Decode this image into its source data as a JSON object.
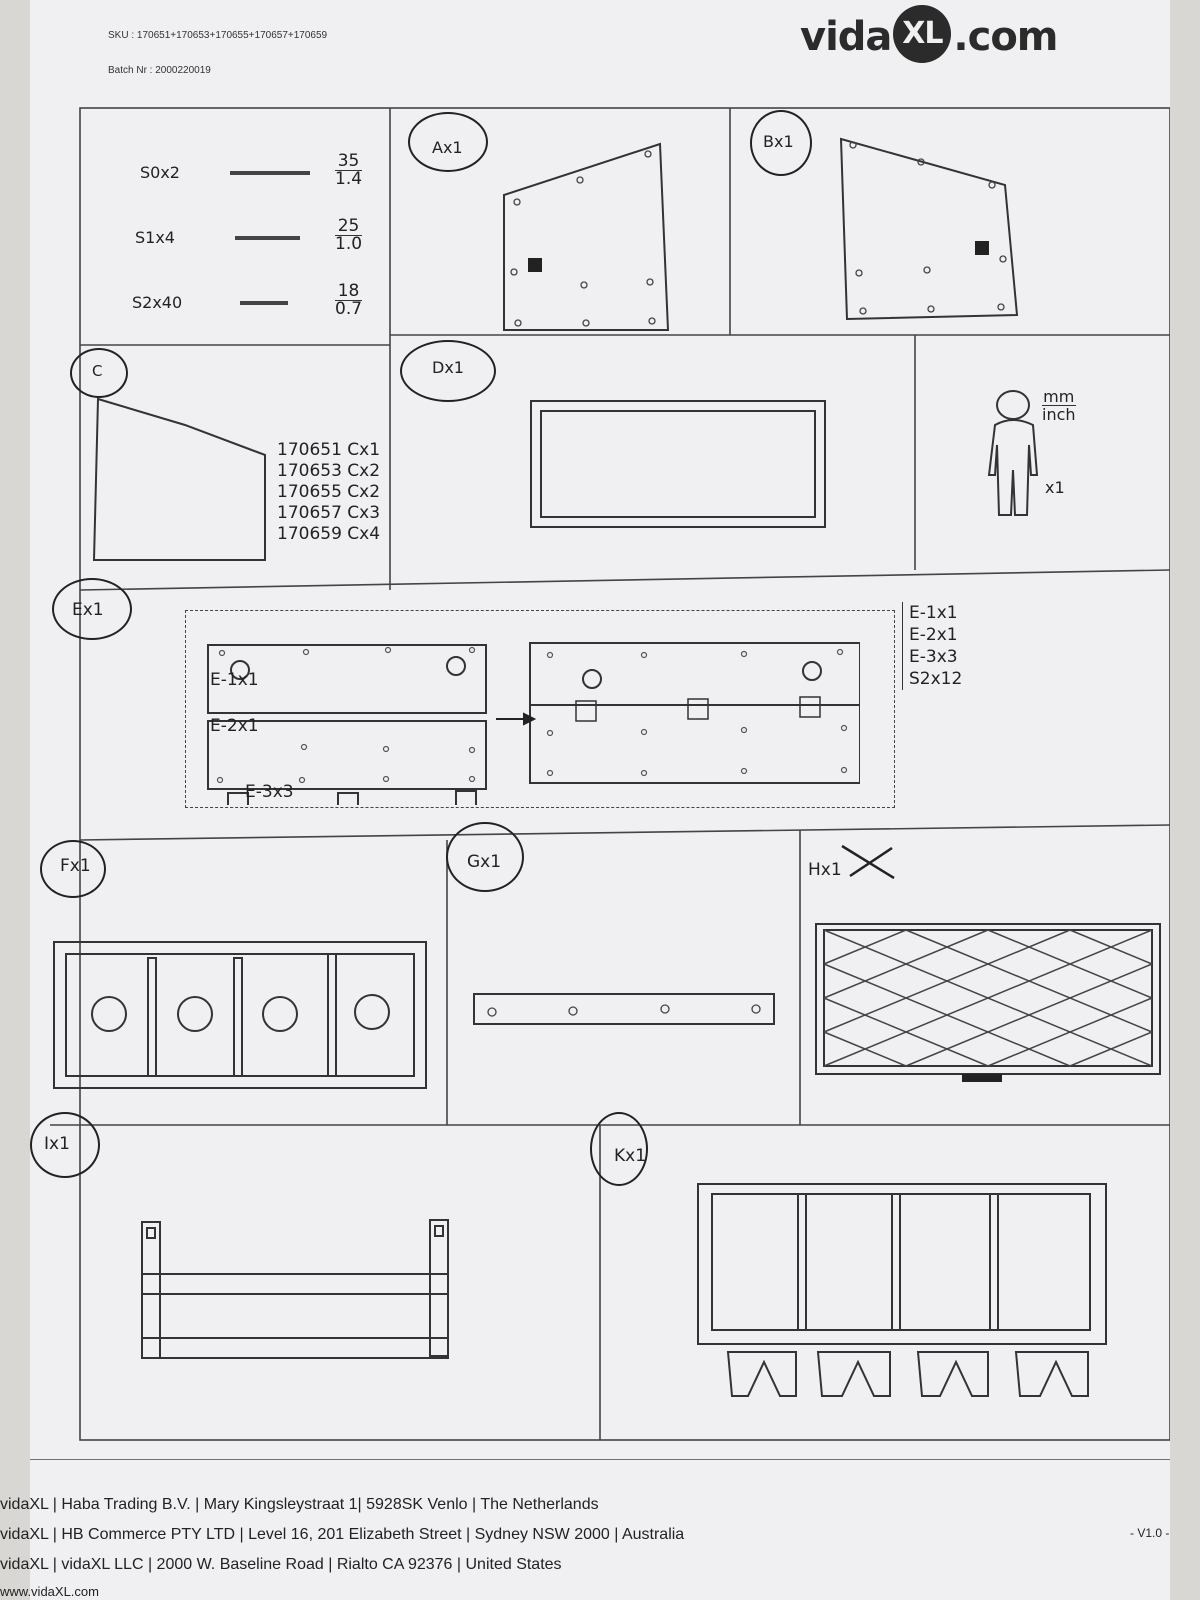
{
  "header": {
    "sku": "SKU : 170651+170653+170655+170657+170659",
    "batch": "Batch Nr : 2000220019",
    "logo_left": "vida",
    "logo_mid": "XL",
    "logo_right": ".com"
  },
  "screws": [
    {
      "label": "S0x2",
      "num": "35",
      "den": "1.4"
    },
    {
      "label": "S1x4",
      "num": "25",
      "den": "1.0"
    },
    {
      "label": "S2x40",
      "num": "18",
      "den": "0.7"
    }
  ],
  "parts": {
    "a": "Ax1",
    "b": "Bx1",
    "c": "C",
    "c_list": [
      "170651 Cx1",
      "170653 Cx2",
      "170655 Cx2",
      "170657 Cx3",
      "170659 Cx4"
    ],
    "d": "Dx1",
    "person_units_top": "mm",
    "person_units_bottom": "inch",
    "person_qty": "x1",
    "e": "Ex1",
    "e1": "E-1x1",
    "e2": "E-2x1",
    "e3": "E-3x3",
    "e_list": [
      "E-1x1",
      "E-2x1",
      "E-3x3",
      "S2x12"
    ],
    "f": "Fx1",
    "g": "Gx1",
    "h": "Hx1",
    "i": "Ix1",
    "k": "Kx1"
  },
  "footer": {
    "line1": "vidaXL | Haba Trading B.V. | Mary Kingsleystraat 1| 5928SK Venlo | The Netherlands",
    "line2": "vidaXL | HB Commerce PTY LTD | Level 16, 201 Elizabeth Street | Sydney NSW 2000 | Australia",
    "line3": "vidaXL | vidaXL LLC | 2000 W. Baseline Road | Rialto CA 92376 | United States",
    "version": "- V1.0 -",
    "website": "www.vidaXL.com"
  }
}
